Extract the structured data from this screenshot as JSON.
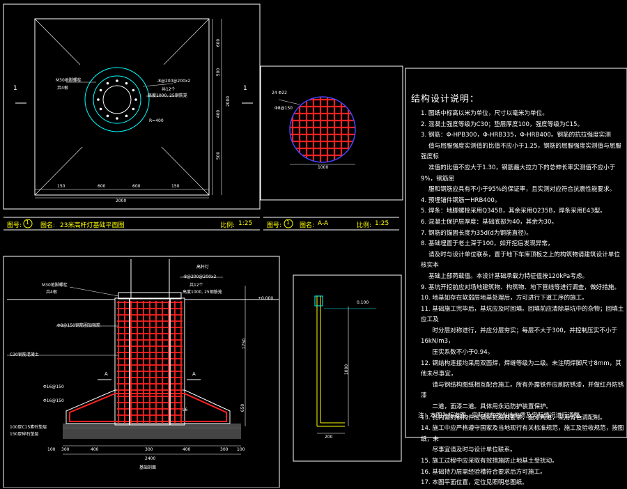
{
  "plan": {
    "section_marks": [
      "1",
      "1"
    ],
    "bolt_label_line1": "M30地脚螺栓",
    "bolt_label_line2": "共4根",
    "rebar_label_line1": "-8@200@200x2",
    "rebar_label_line2": "共12个",
    "outer_label": "高度1000, 25钢筋笼",
    "radius_label": "R=400",
    "dims_right": [
      "600",
      "500",
      "400",
      "500"
    ],
    "dim_total_right": "2000",
    "dims_bottom": [
      "150",
      "600",
      "600",
      "150"
    ],
    "dim_total_bottom": "2000"
  },
  "section_circle": {
    "label_top": "24 Φ22",
    "label_mid": "Φ8@150",
    "dim_bottom": "1000"
  },
  "title_bar": {
    "fig_label": "图号:",
    "fig_num": "1",
    "name_label": "图名:",
    "name_value": "23米高杆灯基础平面图",
    "scale_label": "比例:",
    "scale_value": "1:25",
    "fig_label2": "图号:",
    "fig_num2": "1",
    "name_label2": "图名:",
    "name_value2": "A-A",
    "scale_label2": "比例:",
    "scale_value2": "1:25"
  },
  "elevation": {
    "top_label": "高杆灯",
    "bolt_label_line1": "M30地脚螺栓",
    "bolt_label_line2": "共4根",
    "rebar_label_line1": "-8@200@200x2",
    "rebar_label_line2": "共12个",
    "cage_label": "高度1000, 25钢筋笼",
    "ground_level": "±0.000",
    "tie_label": "Φ8@150钢筋圈加强筋",
    "c30_label": "C30钢筋混凝土",
    "left_labels": [
      "Φ16@150",
      "Φ16@150",
      "100厚C15素砼垫层",
      "150厚碎石垫层"
    ],
    "section_marks": [
      "A",
      "A"
    ],
    "dim_right_upper": "1750",
    "dim_right_lower": "650",
    "dims_bottom": [
      "100",
      "300",
      "400",
      "300",
      "400",
      "300",
      "100"
    ],
    "dim_total_bottom": "2400",
    "bottom_caption": "基础剖面",
    "tag_l6": "L6"
  },
  "anchor_bolt": {
    "level_label": "0.100",
    "dim_vertical": "1000",
    "dim_bottom": "200"
  },
  "notes": {
    "title": "结构设计说明：",
    "items": [
      "1. 图纸中标高以米为单位，尺寸以毫米为单位。",
      "2. 混凝土强度等级为C30；垫层厚度100，强度等级为C15。",
      "3. 钢筋：Φ-HPB300，Φ-HRB335，Φ-HRB400。钢筋的抗拉强度实测",
      "    值与屈服强度实测值的比值不应小于1.25，钢筋的屈服强度实测值与屈服强度标",
      "    准值的比值不应大于1.30，钢筋最大拉力下的总伸长率实测值不应小于9%，钢筋屈",
      "    服和钢筋应具有不小于95%的保证率，且实测对应符合抗震性能要求。",
      "4. 预埋锚件钢筋一HRB400。",
      "5. 焊条：地脚螺栓采用Q345B，其余采用Q235B，焊条采用E43型。",
      "6. 混凝土保护层厚度：基础底部为40，其余为30。",
      "7. 钢筋的锚固长度为35d(d为钢筋直径)。",
      "8. 基础埋置于老土深于100，如开挖后发现异常，",
      "    请及时与设计单位联系，置于地下车库顶板之上的构筑物请建筑设计单位核实本",
      "    基础上部荷载值。本设计基础承载力特征值按120kPa考虑。",
      "9. 基坑开挖前应对场地建筑物、构筑物、地下管线等进行调查，做好措施。",
      "10. 地基如存在软弱层地基处理后，方可进行下道工序的施工。",
      "11. 基础施工完毕后，基坑应及时回填。回填前应清除基坑中的杂物；回填土应工及",
      "      时分层对称进行，并应分层夯实；每层不大于300，并控制压实不小于16kN/m3，",
      "      压实系数不小于0.94。",
      "12. 钢结构连接均采用双面焊，焊缝等级为二级。未注明焊脚尺寸8mm，其他未尽事宜，",
      "      请与钢结构图纸相互配合施工。所有外露铁件应刷防锈漆，并做红丹防锈漆",
      "      二道，面漆二道。具体用永远防护装置保护。",
      "13. 孔内需的钢构件应满足抗腐蚀要求，面漆两道，采用青色调配制。",
      "14. 施工中应严格遵守国家及当地现行有关标准规范，施工及验收规范，按图纸，未",
      "      尽事宜请及时与设计单位联系。",
      "15. 施工过程中应采取有效措施防止地基土受扰动。",
      "16. 基础持力层需经验槽符合要求后方可施工。",
      "17. 本图平面位置，定位见照明总图纸。"
    ],
    "footer": "注：本图为标准图，实际结构按当地地质及实际情况进行调整。"
  }
}
